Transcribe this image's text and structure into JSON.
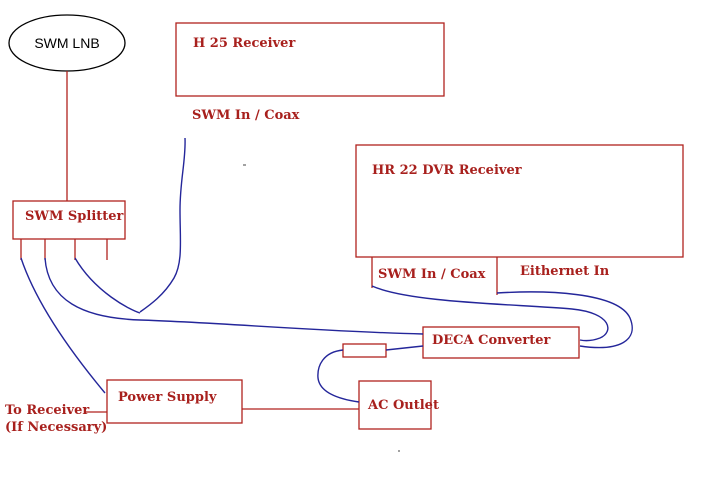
{
  "diagram": {
    "nodes": {
      "lnb": "SWM LNB",
      "h25": "H 25 Receiver",
      "hr22": "HR 22 DVR Receiver",
      "splitter": "SWM Splitter",
      "deca": "DECA Converter",
      "power": "Power Supply",
      "outlet": "AC Outlet"
    },
    "labels": {
      "h25_port": "SWM In / Coax",
      "hr22_port": "SWM In / Coax",
      "ethernet": "Eithernet In",
      "to_receiver_1": "To Receiver",
      "to_receiver_2": "(If Necessary)"
    },
    "colors": {
      "box": "#b0221e",
      "cable": "#24269a",
      "text": "#a8201d"
    }
  }
}
